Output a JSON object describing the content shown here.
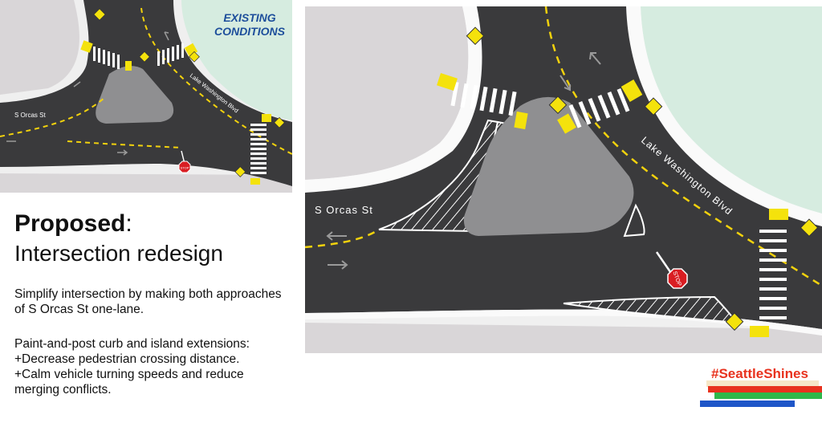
{
  "existing": {
    "label_line1": "EXISTING",
    "label_line2": "CONDITIONS",
    "street_west": "S Orcas St",
    "street_east": "Lake Washington Blvd"
  },
  "proposed": {
    "street_west": "S Orcas St",
    "street_east": "Lake Washington Blvd",
    "stop_sign": "STOP"
  },
  "existing_stop_sign": "STOP",
  "heading": {
    "bold": "Proposed",
    "colon": ":",
    "subtitle": "Intersection redesign"
  },
  "body": {
    "paragraph1": "Simplify intersection by making both approaches of S Orcas St one-lane.",
    "paragraph2_line1": "Paint-and-post curb and island extensions:",
    "paragraph2_line2": "+Decrease pedestrian crossing distance.",
    "paragraph2_line3": "+Calm vehicle turning speeds and reduce merging conflicts."
  },
  "brand": {
    "hashtag": "#SeattleShines",
    "stripe_colors": [
      "#e8321e",
      "#2fb84a",
      "#1f56c8",
      "#f6e7c8"
    ]
  },
  "colors": {
    "asphalt": "#3a3a3c",
    "island": "#8f8f91",
    "grass": "#d6ece0",
    "lot": "#d9d6d8",
    "sidewalk": "#f3f3f3",
    "curb_ramp": "#f4e20c",
    "lane_line": "#f2d20d"
  }
}
